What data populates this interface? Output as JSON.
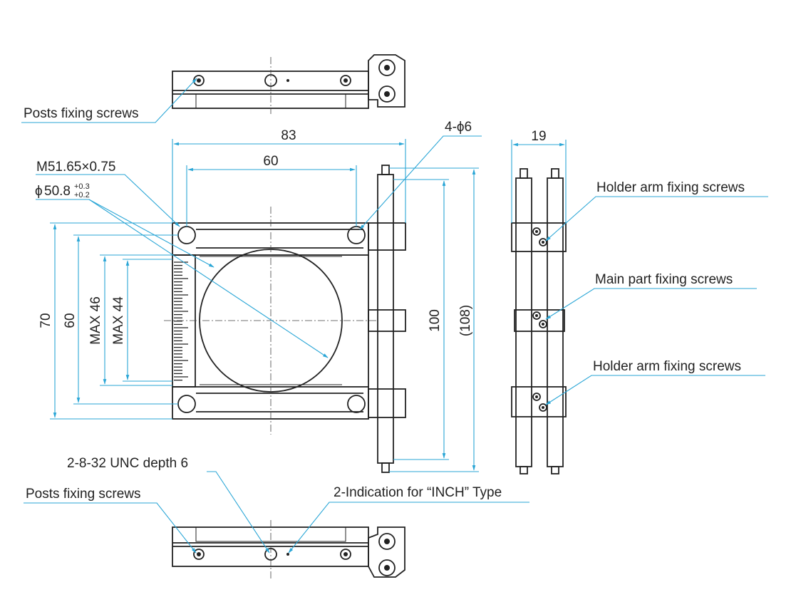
{
  "colors": {
    "line": "#222222",
    "leader": "#2aa6d6",
    "background": "#ffffff"
  },
  "callouts": {
    "top_posts": "Posts fixing screws",
    "m_thread": "M51.65×0.75",
    "phi_prefix": "ϕ",
    "phi_value": "50.8",
    "phi_tol_upper": "+0.3",
    "phi_tol_lower": "+0.2",
    "holes": "4-ϕ6",
    "holder_arm_top": "Holder arm fixing screws",
    "main_part": "Main part fixing screws",
    "holder_arm_bottom": "Holder arm fixing screws",
    "unc": "2-8-32 UNC depth 6",
    "bottom_posts": "Posts fixing screws",
    "inch": "2-Indication for “INCH” Type"
  },
  "dimensions": {
    "overall_width": "83",
    "hole_pitch": "60",
    "side_width": "19",
    "height_70": "70",
    "height_60": "60",
    "max46": "MAX 46",
    "max44": "MAX 44",
    "post_100": "100",
    "post_108": "(108)"
  }
}
